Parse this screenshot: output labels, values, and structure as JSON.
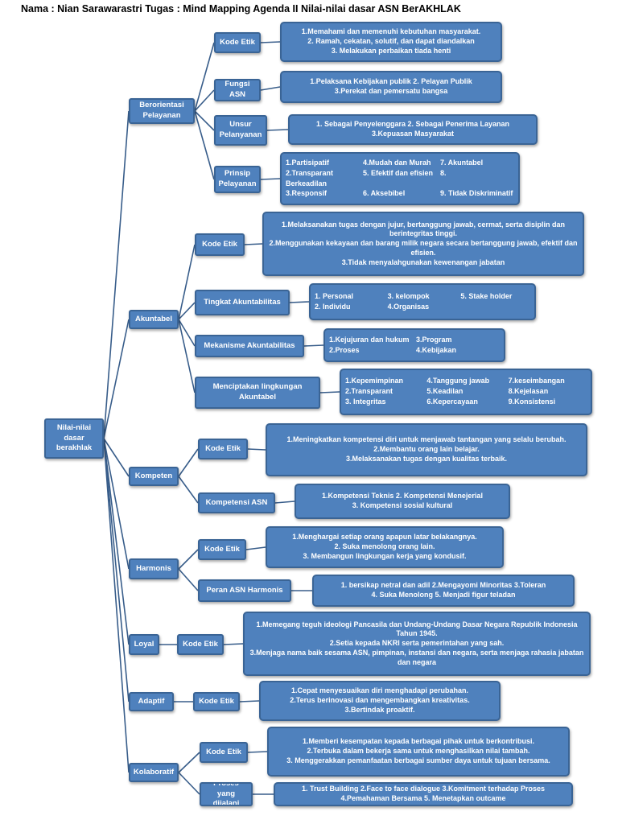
{
  "title": "Nama : Nian Sarawarastri  Tugas : Mind Mapping Agenda II Nilai-nilai dasar ASN BerAKHLAK",
  "root": "Nilai-nilai dasar berakhlak",
  "groups": {
    "berorientasi": {
      "label": "Berorientasi Pelayanan",
      "kode_etik": {
        "label": "Kode Etik",
        "items": [
          "1.Memahami dan memenuhi kebutuhan masyarakat.",
          "2. Ramah, cekatan, solutif, dan dapat diandalkan",
          "3. Melakukan perbaikan tiada henti"
        ]
      },
      "fungsi": {
        "label": "Fungsi ASN",
        "items": [
          "1.Pelaksana Kebijakan publik  2. Pelayan Publik",
          "3.Perekat dan pemersatu bangsa"
        ]
      },
      "unsur": {
        "label": "Unsur Pelanyanan",
        "items": [
          "1. Sebagai Penyelenggara  2. Sebagai Penerima Layanan",
          "3.Kepuasan Masyarakat"
        ]
      },
      "prinsip": {
        "label": "Prinsip Pelayanan",
        "items": [
          "1.Partisipatif",
          "4.Mudah dan Murah",
          "7. Akuntabel",
          "2.Transparant",
          "5. Efektif dan efisien",
          "8.",
          "Berkeadilan",
          "",
          "",
          "3.Responsif",
          "6. Aksebibel",
          "9. Tidak Diskriminatif"
        ]
      }
    },
    "akuntabel": {
      "label": "Akuntabel",
      "kode_etik": {
        "label": "Kode Etik",
        "items": [
          "1.Melaksanakan tugas dengan jujur, bertanggung jawab, cermat, serta disiplin dan berintegritas tinggi.",
          "2.Menggunakan kekayaan dan barang milik negara secara bertanggung jawab, efektif dan efisien.",
          "3.Tidak menyalahgunakan kewenangan jabatan"
        ]
      },
      "tingkat": {
        "label": "Tingkat Akuntabilitas",
        "items": [
          "1. Personal",
          "3. kelompok",
          "5. Stake holder",
          "2. Individu",
          "4.Organisas",
          ""
        ]
      },
      "mekanisme": {
        "label": "Mekanisme Akuntabilitas",
        "items": [
          "1.Kejujuran dan hukum",
          "3.Program",
          "2.Proses",
          "4.Kebijakan"
        ]
      },
      "menciptakan": {
        "label": "Menciptakan lingkungan Akuntabel",
        "items": [
          "1.Kepemimpinan",
          "4.Tanggung jawab",
          "7.keseimbangan",
          "2.Transparant",
          "5.Keadilan",
          "8.Kejelasan",
          "3. Integritas",
          "6.Kepercayaan",
          "9.Konsistensi"
        ]
      }
    },
    "kompeten": {
      "label": "Kompeten",
      "kode_etik": {
        "label": "Kode Etik",
        "items": [
          "1.Meningkatkan kompetensi diri untuk menjawab tantangan yang selalu berubah.",
          "2.Membantu orang lain belajar.",
          "3.Melaksanakan tugas dengan kualitas terbaik."
        ]
      },
      "kompetensi": {
        "label": "Kompetensi ASN",
        "items": [
          "1.Kompetensi Teknis  2. Kompetensi Menejerial",
          "3. Kompetensi  sosial kultural"
        ]
      }
    },
    "harmonis": {
      "label": "Harmonis",
      "kode_etik": {
        "label": "Kode Etik",
        "items": [
          "1.Menghargai setiap orang apapun latar belakangnya.",
          "2. Suka menolong orang lain.",
          "3. Membangun lingkungan kerja yang kondusif."
        ]
      },
      "peran": {
        "label": "Peran ASN Harmonis",
        "items": [
          "1. bersikap netral dan adil   2.Mengayomi Minoritas   3.Toleran",
          "4. Suka Menolong    5. Menjadi figur teladan"
        ]
      }
    },
    "loyal": {
      "label": "Loyal",
      "kode_etik": {
        "label": "Kode Etik",
        "items": [
          "1.Memegang teguh ideologi Pancasila dan Undang-Undang Dasar Negara Republik Indonesia Tahun 1945.",
          "2.Setia kepada NKRI serta pemerintahan yang sah.",
          "3.Menjaga nama baik sesama ASN, pimpinan, instansi dan negara, serta menjaga rahasia jabatan dan negara"
        ]
      }
    },
    "adaptif": {
      "label": "Adaptif",
      "kode_etik": {
        "label": "Kode Etik",
        "items": [
          "1.Cepat menyesuaikan diri menghadapi perubahan.",
          "2.Terus berinovasi dan mengembangkan kreativitas.",
          "3.Bertindak proaktif."
        ]
      }
    },
    "kolaboratif": {
      "label": "Kolaboratif",
      "kode_etik": {
        "label": "Kode Etik",
        "items": [
          "1.Memberi kesempatan kepada berbagai pihak untuk berkontribusi.",
          "2.Terbuka dalam bekerja sama untuk menghasilkan nilai tambah.",
          "3. Menggerakkan pemanfaatan berbagai sumber daya untuk tujuan bersama."
        ]
      },
      "proses": {
        "label": "Proses yang dijalani",
        "items": [
          "1. Trust Building  2.Face to face dialogue  3.Komitment terhadap Proses",
          "4.Pemahaman Bersama  5. Menetapkan outcame"
        ]
      }
    }
  },
  "colors": {
    "box_fill": "#4f81bd",
    "box_border": "#3a6495",
    "line": "#385d8a"
  }
}
